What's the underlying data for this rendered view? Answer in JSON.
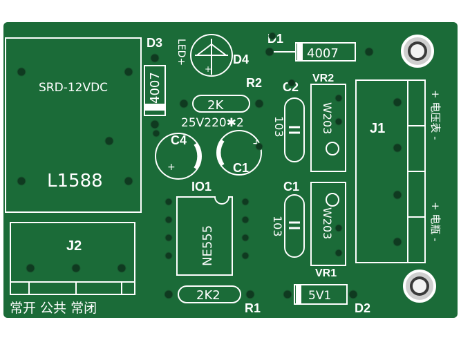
{
  "board": {
    "relay": {
      "model": "SRD-12VDC",
      "code": "L1588"
    },
    "labels": {
      "D3": "D3",
      "D4": "D4",
      "D1": "D1",
      "D2": "D2",
      "R2": "R2",
      "R1": "R1",
      "C2": "C2",
      "C1_top": "C1",
      "C1_mid": "C1",
      "C4": "C4",
      "VR2": "VR2",
      "VR1": "VR1",
      "J1": "J1",
      "J2": "J2",
      "IO1": "IO1"
    },
    "parts": {
      "d3_value": "4007",
      "d1_value": "4007",
      "d2_value": "5V1",
      "r2_value": "2K",
      "r1_value": "2K2",
      "cap_rating": "25V220✱2",
      "c2_value": "103",
      "c1_value": "103",
      "vr2_value": "W203",
      "vr1_value": "W203",
      "ic_value": "NE555",
      "led_text": "LED+"
    },
    "connectors": {
      "j1_top": "+ 电压表 -",
      "j1_bottom": "+ 电瓶 -",
      "j2_bottom": "常开 公共 常闭"
    }
  }
}
